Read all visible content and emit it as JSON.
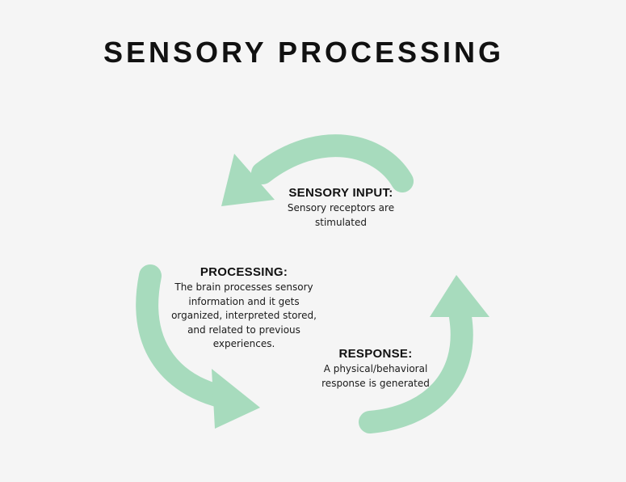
{
  "title": "SENSORY PROCESSING",
  "colors": {
    "arrow": "#a7dbbd",
    "background": "#f5f5f5",
    "text": "#111111"
  },
  "stages": {
    "input": {
      "heading": "SENSORY INPUT:",
      "lines": [
        "Sensory receptors are",
        "stimulated"
      ]
    },
    "processing": {
      "heading": "PROCESSING:",
      "lines": [
        "The brain processes sensory",
        "information and it gets",
        "organized, interpreted stored,",
        "and related to previous",
        "experiences."
      ]
    },
    "response": {
      "heading": "RESPONSE:",
      "lines": [
        "A physical/behavioral",
        "response is generated"
      ]
    }
  }
}
